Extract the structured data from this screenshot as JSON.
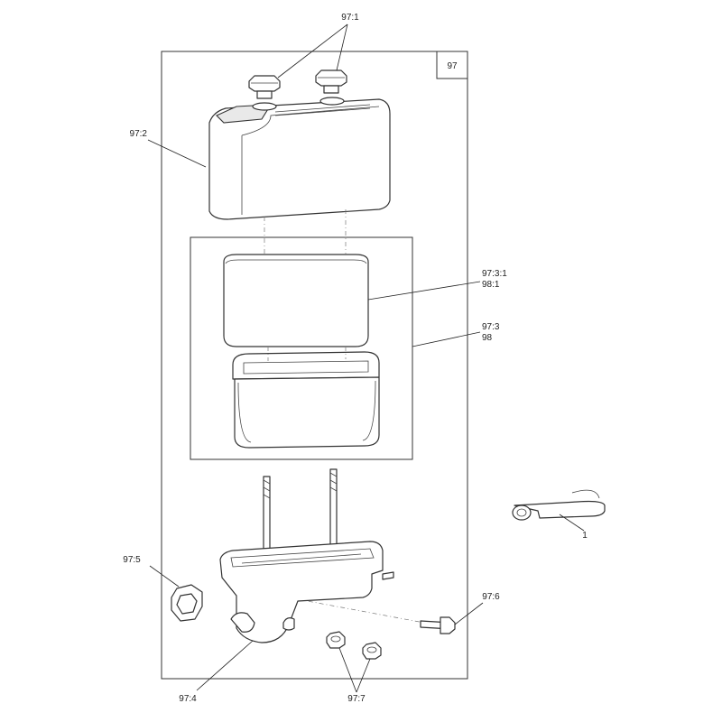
{
  "diagram": {
    "box_label": "97",
    "callouts": {
      "cap_screws": "97:1",
      "cover": "97:2",
      "pre_cleaner_a": "97:3:1",
      "pre_cleaner_b": "98:1",
      "filter_a": "97:3",
      "filter_b": "98",
      "base": "97:4",
      "gasket": "97:5",
      "bolt": "97:6",
      "nuts": "97:7",
      "tube": "1"
    }
  }
}
